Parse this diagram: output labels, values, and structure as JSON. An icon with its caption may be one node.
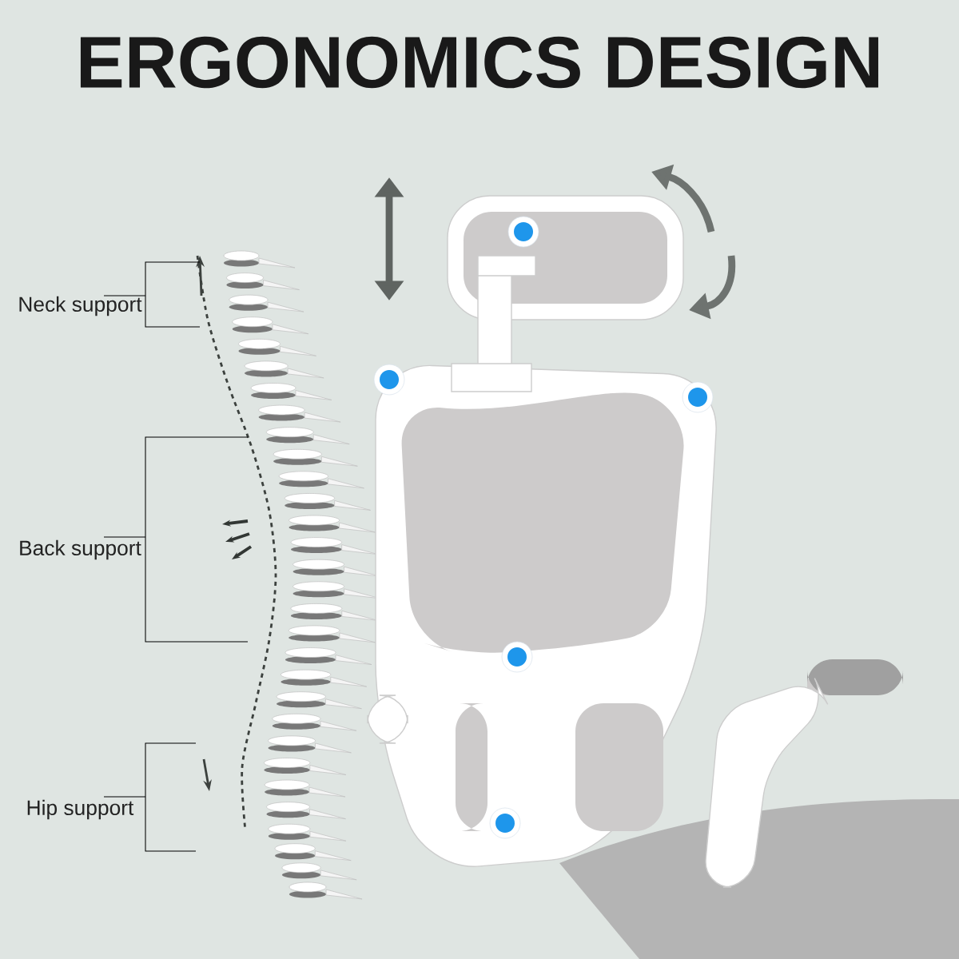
{
  "diagram": {
    "title": "ERGONOMICS DESIGN",
    "labels": [
      "Neck support",
      "Back support",
      "Hip support"
    ]
  }
}
